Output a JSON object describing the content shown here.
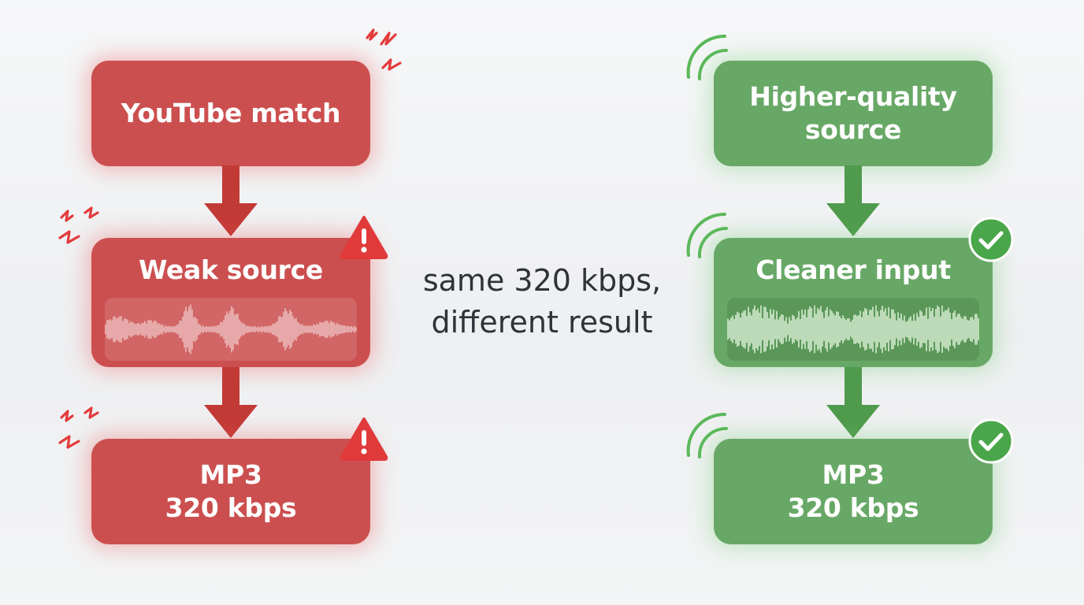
{
  "left_flow": {
    "box1": {
      "label": "YouTube match"
    },
    "box2": {
      "label": "Weak source"
    },
    "box3": {
      "line1": "MP3",
      "line2": "320 kbps"
    }
  },
  "right_flow": {
    "box1": {
      "line1": "Higher-quality",
      "line2": "source"
    },
    "box2": {
      "label": "Cleaner input"
    },
    "box3": {
      "line1": "MP3",
      "line2": "320 kbps"
    }
  },
  "middle_caption": {
    "line1": "same 320 kbps,",
    "line2": "different result"
  },
  "colors": {
    "bad": "#cc4f4f",
    "bad_arrow": "#c23a36",
    "warning": "#e03a3a",
    "good": "#68a866",
    "good_arrow": "#4f9a4c",
    "check": "#4aa64a",
    "text": "#2f3338"
  },
  "icons": {
    "warning": "warning-triangle-icon",
    "check": "check-circle-icon",
    "distortion": "lightning-zigzag-icon",
    "signal": "signal-arc-icon"
  }
}
